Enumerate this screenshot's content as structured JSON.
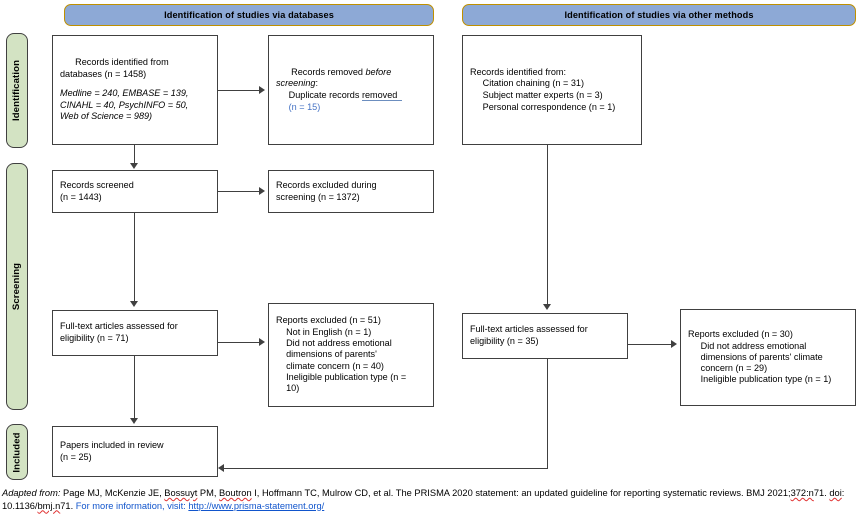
{
  "diagram": {
    "title": "PRISMA 2020 flow diagram",
    "colors": {
      "banner_fill": "#8DA9D6",
      "banner_border": "#BF9000",
      "stage_fill": "#D3E3C3",
      "box_border": "#404040",
      "link": "#1155CC",
      "blue_underline": "#6C8EBF"
    }
  },
  "banners": {
    "databases": "Identification of studies via databases",
    "other_methods": "Identification of studies via other methods"
  },
  "stages": {
    "identification": "Identification",
    "screening": "Screening",
    "included": "Included"
  },
  "boxes": {
    "records_identified": {
      "line1": "Records identified from\ndatabases (n = 1458)",
      "line2": "Medline = 240, EMBASE = 139,\nCINAHL = 40, PsychINFO = 50,\nWeb of Science = 989)"
    },
    "records_removed": {
      "head": "Records removed ",
      "head_italic": "before\nscreening",
      "head_colon": ":",
      "item": "     Duplicate records ",
      "item_underlined": "removed",
      "count": "     (n = 15)"
    },
    "records_screened": {
      "text": "Records screened\n(n = 1443)"
    },
    "records_excluded": {
      "text": "Records excluded during\nscreening (n = 1372)"
    },
    "fulltext_db": {
      "text": "Full-text articles assessed for\neligibility (n = 71)"
    },
    "reports_excluded_db": {
      "text": "Reports excluded (n = 51)\n    Not in English (n = 1)\n    Did not address emotional\n    dimensions of parents'\n    climate concern (n = 40)\n    Ineligible publication type (n =\n    10)"
    },
    "records_other": {
      "text": "Records identified from:\n     Citation chaining (n = 31)\n     Subject matter experts (n = 3)\n     Personal correspondence (n = 1)"
    },
    "fulltext_other": {
      "text": "Full-text articles assessed for\neligibility (n = 35)"
    },
    "reports_excluded_other": {
      "text": "Reports excluded (n = 30)\n     Did not address emotional\n     dimensions of parents' climate\n     concern (n = 29)\n     Ineligible publication type (n = 1)"
    },
    "papers_included": {
      "text": "Papers included in review\n(n = 25)"
    }
  },
  "footnote": {
    "adapted": "Adapted from:",
    "citation_part1": "  Page MJ, McKenzie JE, ",
    "author_bossuyt": "Bossuyt",
    "citation_part2": " PM, ",
    "author_boutron": "Boutron",
    "citation_part3": " I, Hoffmann TC, Mulrow CD, et al. The PRISMA 2020 statement: an updated guideline for reporting systematic reviews. BMJ 2021;",
    "vol": "372:n",
    "vol2": "71. ",
    "doi_label": "doi",
    "doi_rest": ": 10.1136/",
    "doi_journal": "bmj.n",
    "doi_num": "71. ",
    "more_info": "For more information, visit: ",
    "url": "http://www.prisma-statement.org/"
  }
}
